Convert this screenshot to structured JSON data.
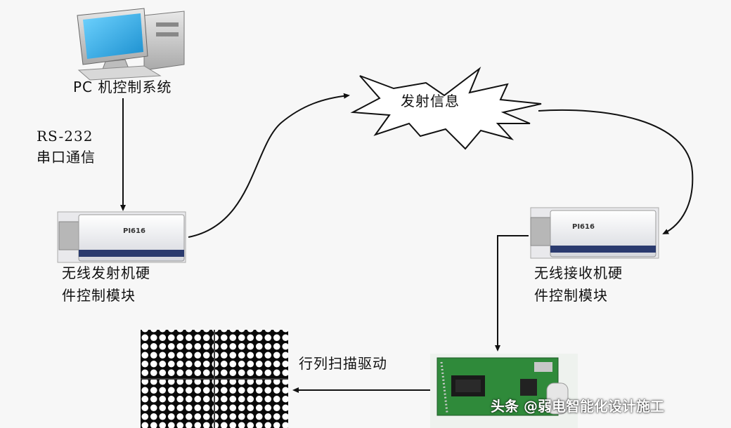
{
  "labels": {
    "pc_system": "PC 机控制系统",
    "rs232": "RS-232",
    "serial_comm": "串口通信",
    "transmit_info": "发射信息",
    "tx_module_line1": "无线发射机硬",
    "tx_module_line2": "件控制模块",
    "rx_module_line1": "无线接收机硬",
    "rx_module_line2": "件控制模块",
    "scan_driver": "行列扫描驱动"
  },
  "device_labels": {
    "tx_brand": "PI616",
    "rx_brand": "PI616"
  },
  "watermark": "头条 @弱电智能化设计施工",
  "colors": {
    "arrow": "#111111",
    "device_body": "#f2f2f4",
    "pcb_green": "#2f8a3a",
    "led_dot": "#ffffff",
    "led_bg": "#0a0a0a",
    "monitor_screen": "#27a7e6"
  }
}
